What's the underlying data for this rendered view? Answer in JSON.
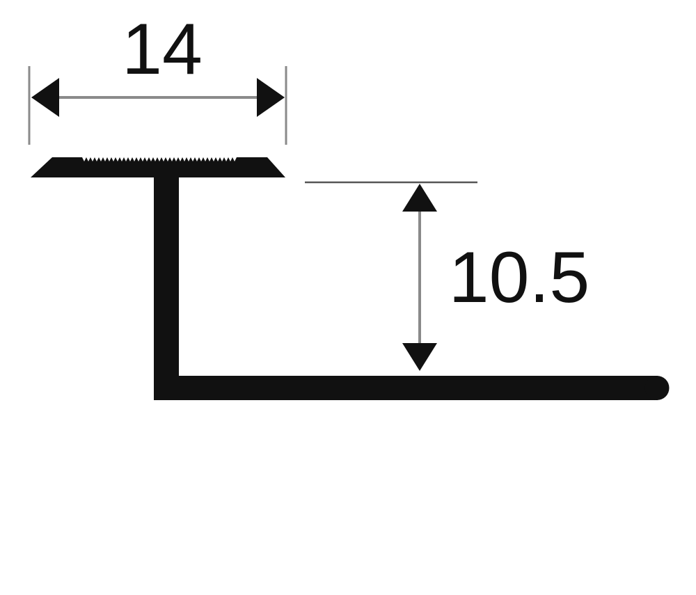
{
  "diagram": {
    "type": "profile-cross-section",
    "dimensions": [
      {
        "id": "width",
        "label": "14",
        "orientation": "horizontal"
      },
      {
        "id": "height",
        "label": "10.5",
        "orientation": "vertical"
      }
    ],
    "colors": {
      "profile": "#111111",
      "dimension_line": "#8a8a8a",
      "arrowhead": "#111111",
      "background": "#ffffff"
    }
  }
}
